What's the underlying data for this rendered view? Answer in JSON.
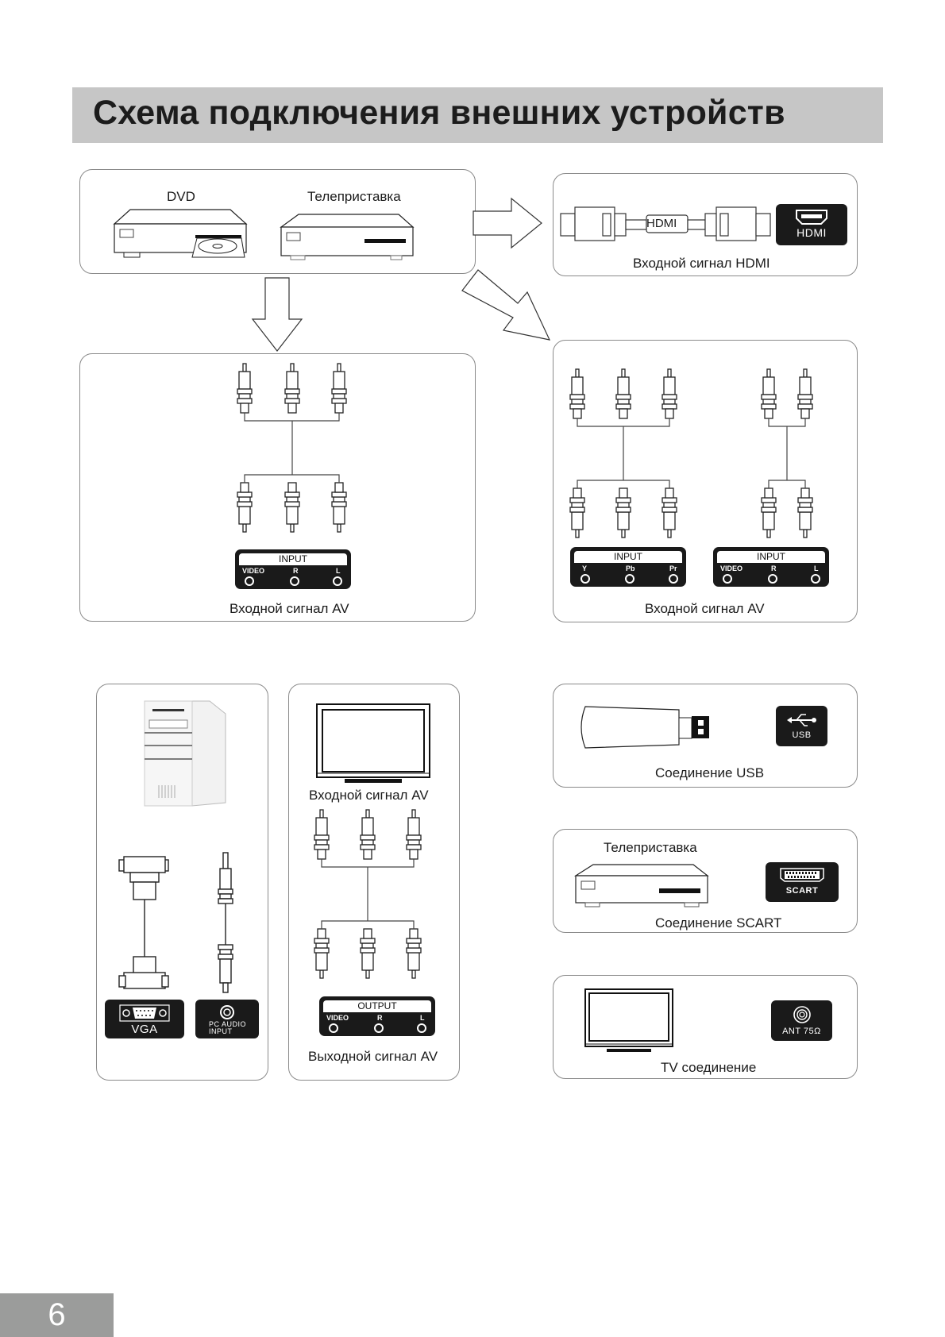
{
  "page": {
    "title": "Схема подключения внешних устройств",
    "page_number": "6"
  },
  "sources": {
    "dvd_label": "DVD",
    "stb_label": "Телеприставка"
  },
  "hdmi_panel": {
    "cable_label": "HDMI",
    "port_label": "HDMI",
    "caption": "Входной сигнал HDMI"
  },
  "av_input_panel": {
    "header": "INPUT",
    "ports": [
      "VIDEO",
      "R",
      "L"
    ],
    "caption": "Входной сигнал AV"
  },
  "component_panel": {
    "ypbpr": {
      "header": "INPUT",
      "ports": [
        "Y",
        "Pb",
        "Pr"
      ]
    },
    "av": {
      "header": "INPUT",
      "ports": [
        "VIDEO",
        "R",
        "L"
      ]
    },
    "caption": "Входной сигнал AV"
  },
  "pc_panel": {
    "vga_label": "VGA",
    "audio_label_line1": "PC AUDIO",
    "audio_label_line2": "INPUT"
  },
  "av_output_panel": {
    "top_caption": "Входной сигнал AV",
    "header": "OUTPUT",
    "ports": [
      "VIDEO",
      "R",
      "L"
    ],
    "caption": "Выходной сигнал AV"
  },
  "usb_panel": {
    "port_label": "USB",
    "caption": "Соединение USB"
  },
  "scart_panel": {
    "device_label": "Телеприставка",
    "port_label": "SCART",
    "caption": "Соединение SCART"
  },
  "tv_panel": {
    "port_label": "ANT 75Ω",
    "caption": "TV соединение"
  }
}
